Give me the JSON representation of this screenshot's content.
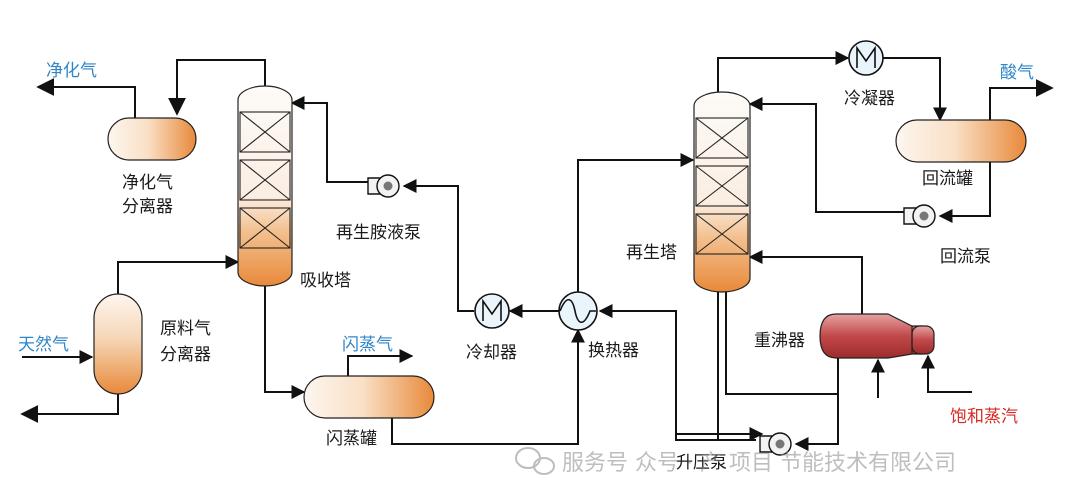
{
  "labels": {
    "clean_gas": "净化气",
    "clean_gas_separator_line1": "净化气",
    "clean_gas_separator_line2": "分离器",
    "natural_gas": "天然气",
    "feed_separator_line1": "原料气",
    "feed_separator_line2": "分离器",
    "absorber": "吸收塔",
    "flash_gas": "闪蒸气",
    "flash_tank": "闪蒸罐",
    "lean_amine_pump": "再生胺液泵",
    "cooler": "冷却器",
    "heat_exchanger": "换热器",
    "boost_pump": "升压泵",
    "regenerator": "再生塔",
    "condenser": "冷凝器",
    "acid_gas": "酸气",
    "reflux_drum": "回流罐",
    "reflux_pump": "回流泵",
    "reboiler": "重沸器",
    "saturated_steam": "饱和蒸汽",
    "watermark": "服务号 众号 · 产 项目 节能技术有限公司"
  },
  "colors": {
    "gas_label": "#2f86c9",
    "steam_label": "#d62b25",
    "liquid_fill": "#e8893a",
    "reboiler_fill": "#b8383a",
    "pipe": "#111111"
  },
  "icons": {
    "cooler": "heat-exchanger-m-icon",
    "condenser": "heat-exchanger-m-icon",
    "heat_exchanger": "coil-exchanger-icon",
    "pumps": "centrifugal-pump-icon"
  }
}
